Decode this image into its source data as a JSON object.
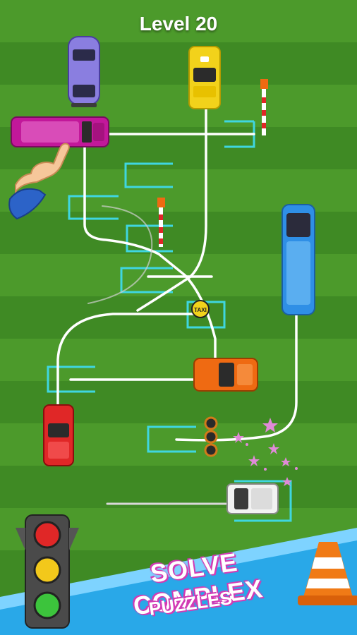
{
  "level_label": "Level 20",
  "banner": {
    "line1": "SOLVE COMPLEX",
    "line2": "PUZZLES"
  },
  "taxi_sign": "TAXI",
  "colors": {
    "grass_dark": "#3a8420",
    "grass_light": "#4c9a2b",
    "slot_outline": "#3fd6e0",
    "path_line": "#ffffff",
    "banner_blue": "#29a8e8",
    "banner_text_outline": "#d23bb5"
  },
  "vehicles": [
    {
      "name": "purple-van",
      "color": "#8a7ee0"
    },
    {
      "name": "yellow-taxi",
      "color": "#f2d21b"
    },
    {
      "name": "pink-limo",
      "color": "#c2189a"
    },
    {
      "name": "blue-limo",
      "color": "#2f8fe6"
    },
    {
      "name": "orange-sedan",
      "color": "#ef6a12"
    },
    {
      "name": "red-car",
      "color": "#e02727"
    },
    {
      "name": "white-jeep",
      "color": "#f2f2f2"
    }
  ],
  "icons": [
    "hand-pointer-icon",
    "traffic-light-icon",
    "traffic-cone-icon",
    "barrier-gate-icon",
    "sparkle-icon",
    "tire-stack-icon"
  ]
}
